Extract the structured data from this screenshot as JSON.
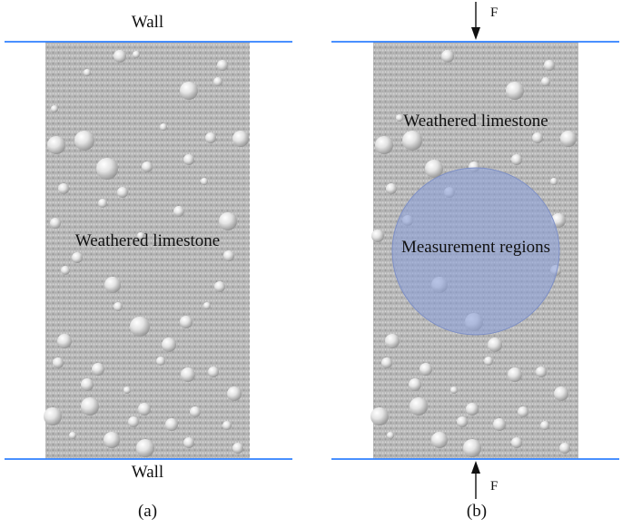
{
  "panel_a": {
    "top_wall_label": "Wall",
    "bottom_wall_label": "Wall",
    "material_label": "Weathered limestone",
    "caption": "(a)"
  },
  "panel_b": {
    "top_force_label": "F",
    "bottom_force_label": "F",
    "material_label": "Weathered limestone",
    "region_label": "Measurement regions",
    "caption": "(b)"
  },
  "colors": {
    "wall_line": "#2f80ff",
    "specimen_fill": "#b6b6b6",
    "measurement_circle": "#8c9fd6",
    "arrow": "#111111"
  },
  "icons": [
    "force-arrow-down-icon",
    "force-arrow-up-icon"
  ]
}
